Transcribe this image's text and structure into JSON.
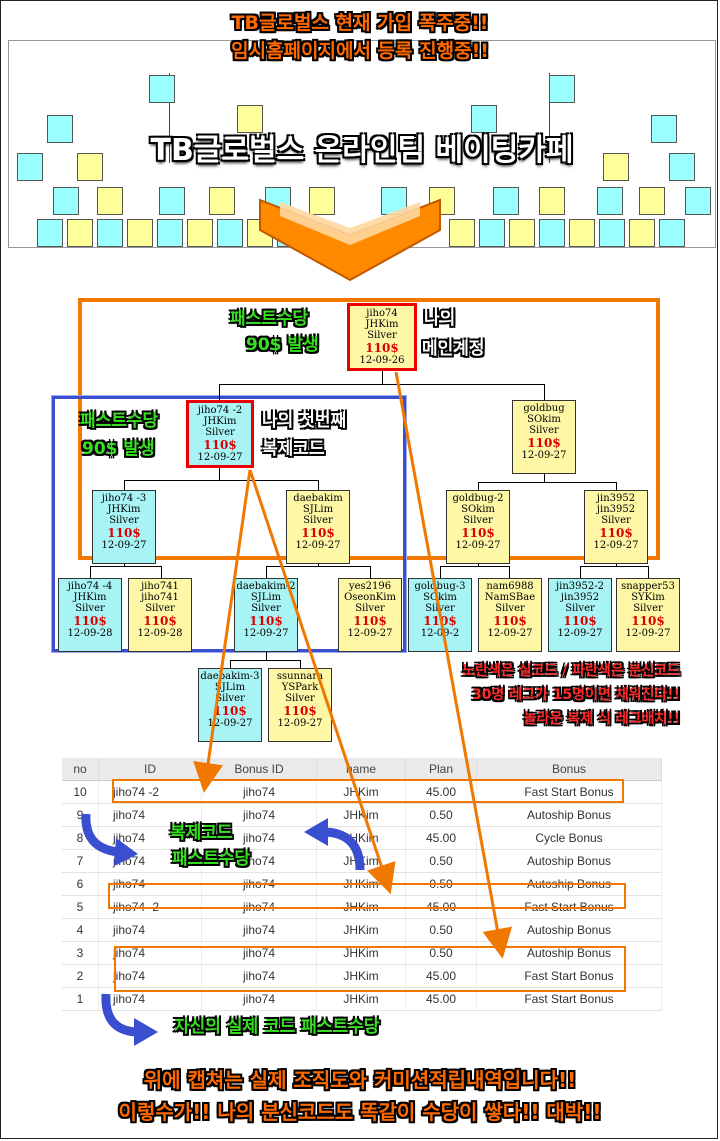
{
  "banners": {
    "top1": "TB글로벌스 현재 가입 폭주중!!",
    "top2": "임시홈페이지에서 등록 진행중!!",
    "thumb_title": "TB글로벌스 온라인팀 베이팅카페",
    "bottom1": "위에 캡쳐는 실제 조직도와 커미션적립내역입니다!!",
    "bottom2": "이렇수가!! 나의 분신코드도 똑같이 수당이 쌓다!! 대박!!"
  },
  "labels": {
    "fast_start_1a": "패스트수당",
    "fast_start_1b": "90$ 발생",
    "main_account_a": "나의",
    "main_account_b": "메인계정",
    "fast_start_2a": "패스트수당",
    "fast_start_2b": "90$ 발생",
    "first_a": "나의 첫번째",
    "first_b": "복제코드",
    "note_1": "노란색은 실코드 / 파란색은 분신코드",
    "note_2": "30명 레그가 15명이면 채워진다!!",
    "note_3": "놀라운 복제 식 레그배치!!",
    "clone_a": "복제코드",
    "clone_b": "패스트수당",
    "own_fast": "자신의 실제 코드 패스트수당"
  },
  "tree": {
    "root": {
      "id": "jiho74",
      "name": "JHKim",
      "rank": "Silver",
      "amt": "110$",
      "date": "12-09-26"
    },
    "l1a": {
      "id": "jiho74 -2",
      "name": "JHKim",
      "rank": "Silver",
      "amt": "110$",
      "date": "12-09-27"
    },
    "l1b": {
      "id": "goldbug",
      "name": "SOkim",
      "rank": "Silver",
      "amt": "110$",
      "date": "12-09-27"
    },
    "l2a": {
      "id": "jiho74 -3",
      "name": "JHKim",
      "rank": "Silver",
      "amt": "110$",
      "date": "12-09-27"
    },
    "l2b": {
      "id": "daebakim",
      "name": "SJLim",
      "rank": "Silver",
      "amt": "110$",
      "date": "12-09-27"
    },
    "l2c": {
      "id": "goldbug-2",
      "name": "SOkim",
      "rank": "Silver",
      "amt": "110$",
      "date": "12-09-27"
    },
    "l2d": {
      "id": "jin3952",
      "name": "jin3952",
      "rank": "Silver",
      "amt": "110$",
      "date": "12-09-27"
    },
    "l3a": {
      "id": "jiho74 -4",
      "name": "JHKim",
      "rank": "Silver",
      "amt": "110$",
      "date": "12-09-28"
    },
    "l3b": {
      "id": "jiho741",
      "name": "jiho741",
      "rank": "Silver",
      "amt": "110$",
      "date": "12-09-28"
    },
    "l3c": {
      "id": "daebakim-2",
      "name": "SJLim",
      "rank": "Silver",
      "amt": "110$",
      "date": "12-09-27"
    },
    "l3d": {
      "id": "yes2196",
      "name": "OseonKim",
      "rank": "Silver",
      "amt": "110$",
      "date": "12-09-27"
    },
    "l3e": {
      "id": "goldbug-3",
      "name": "SOkim",
      "rank": "Silver",
      "amt": "110$",
      "date": "12-09-2"
    },
    "l3f": {
      "id": "nam6988",
      "name": "NamSBae",
      "rank": "Silver",
      "amt": "110$",
      "date": "12-09-27"
    },
    "l3g": {
      "id": "jin3952-2",
      "name": "jin3952",
      "rank": "Silver",
      "amt": "110$",
      "date": "12-09-27"
    },
    "l3h": {
      "id": "snapper53",
      "name": "SYKim",
      "rank": "Silver",
      "amt": "110$",
      "date": "12-09-27"
    },
    "l4a": {
      "id": "daebakim-3",
      "name": "SJLim",
      "rank": "Silver",
      "amt": "110$",
      "date": "12-09-27"
    },
    "l4b": {
      "id": "ssunnara",
      "name": "YSPark",
      "rank": "Silver",
      "amt": "110$",
      "date": "12-09-27"
    }
  },
  "table": {
    "headers": [
      "no",
      "ID",
      "Bonus ID",
      "name",
      "Plan",
      "Bonus"
    ],
    "rows": [
      [
        "10",
        "jiho74 -2",
        "jiho74",
        "JHKim",
        "45.00",
        "Fast Start Bonus"
      ],
      [
        "9",
        "jiho74",
        "jiho74",
        "JHKim",
        "0.50",
        "Autoship Bonus"
      ],
      [
        "8",
        "jiho74",
        "jiho74",
        "JHKim",
        "45.00",
        "Cycle Bonus"
      ],
      [
        "7",
        "jiho74",
        "jiho74",
        "JHKim",
        "0.50",
        "Autoship Bonus"
      ],
      [
        "6",
        "jiho74",
        "jiho74",
        "JHKim",
        "0.50",
        "Autoship Bonus"
      ],
      [
        "5",
        "jiho74 -2",
        "jiho74",
        "JHKim",
        "45.00",
        "Fast Start Bonus"
      ],
      [
        "4",
        "jiho74",
        "jiho74",
        "JHKim",
        "0.50",
        "Autoship Bonus"
      ],
      [
        "3",
        "jiho74",
        "jiho74",
        "JHKim",
        "0.50",
        "Autoship Bonus"
      ],
      [
        "2",
        "jiho74",
        "jiho74",
        "JHKim",
        "45.00",
        "Fast Start Bonus"
      ],
      [
        "1",
        "jiho74",
        "jiho74",
        "JHKim",
        "45.00",
        "Fast Start Bonus"
      ]
    ]
  },
  "colors": {
    "orange": "#f07800",
    "blue": "#3a4fd0",
    "red": "#e00000",
    "cyan": "#a8f4f4",
    "yellow": "#fdf7a6"
  }
}
